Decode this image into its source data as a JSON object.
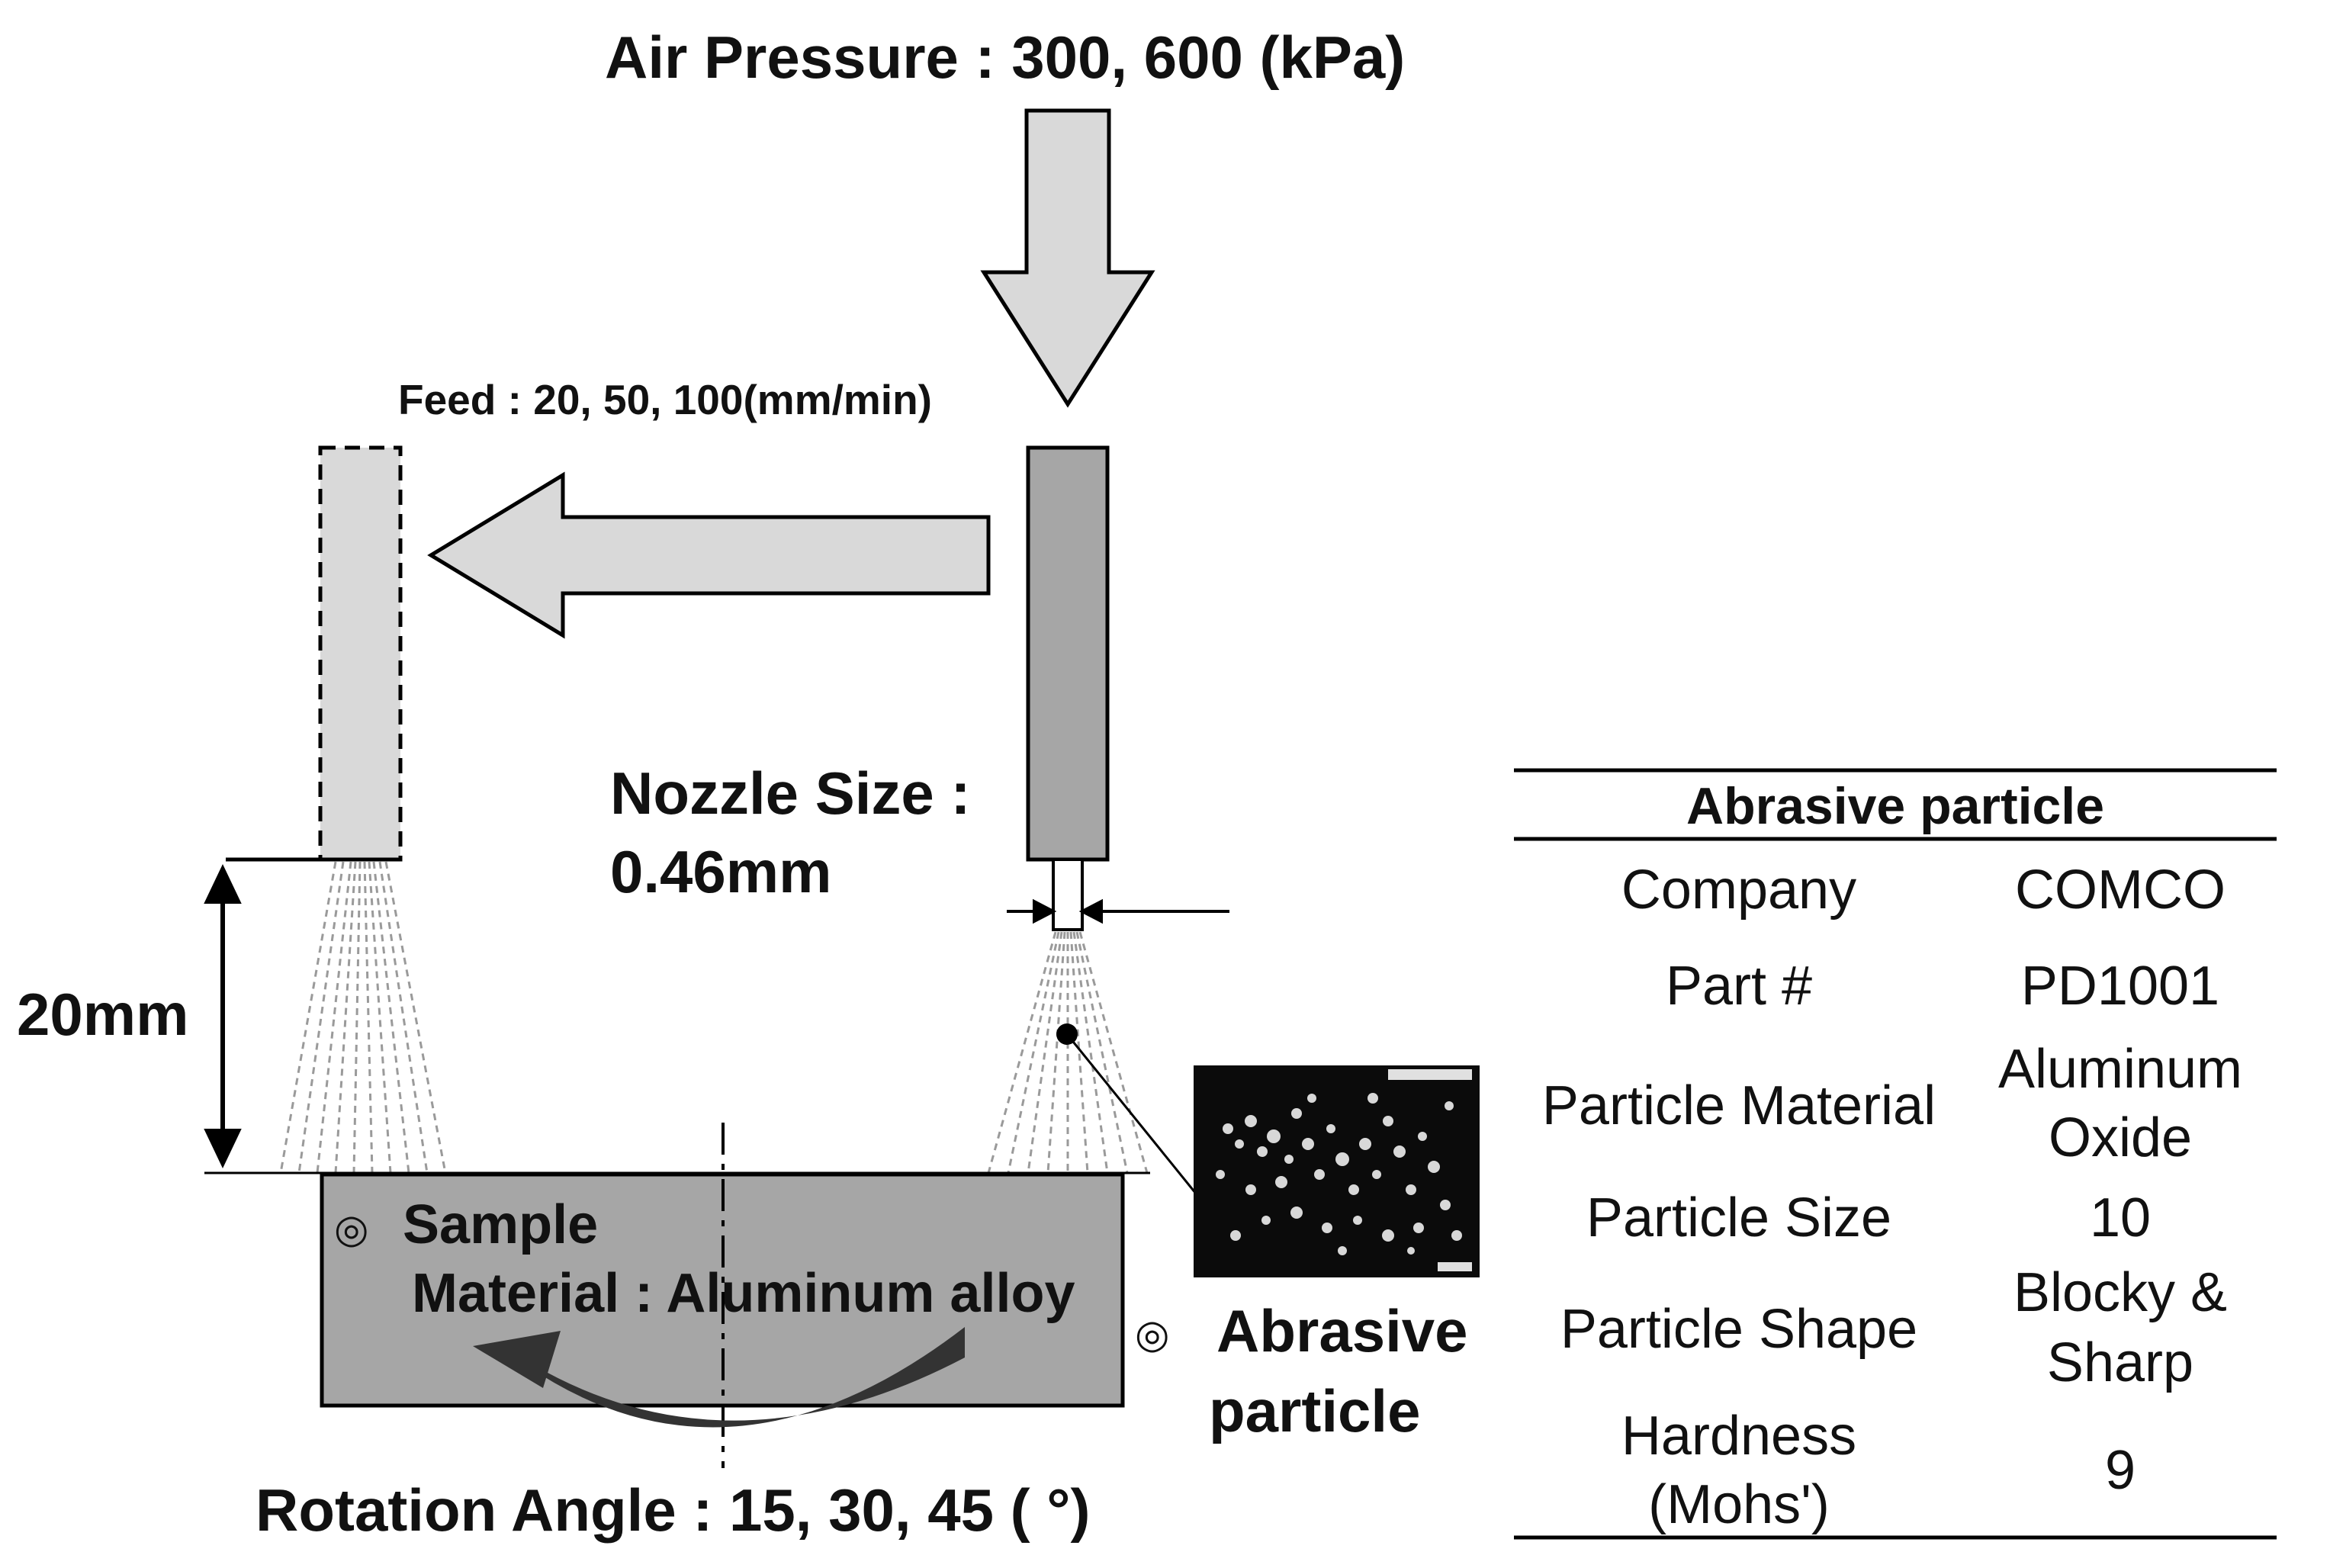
{
  "labels": {
    "air_pressure": "Air Pressure : 300, 600 (kPa)",
    "feed": "Feed : 20, 50, 100(mm/min)",
    "nozzle_line1": "Nozzle Size :",
    "nozzle_line2": "0.46mm",
    "distance": "20mm",
    "sample_marker": "◎",
    "sample_title": "Sample",
    "sample_material": "Material : Aluminum alloy",
    "rotation": "Rotation Angle : 15, 30, 45 ( °)",
    "abrasive_marker": "◎",
    "abrasive_line1": "Abrasive",
    "abrasive_line2": "particle"
  },
  "table": {
    "title": "Abrasive particle",
    "rows": [
      {
        "label": [
          "Company"
        ],
        "value": [
          "COMCO"
        ]
      },
      {
        "label": [
          "Part #"
        ],
        "value": [
          "PD1001"
        ]
      },
      {
        "label": [
          "Particle Material"
        ],
        "value": [
          "Aluminum",
          "Oxide"
        ]
      },
      {
        "label": [
          "Particle Size"
        ],
        "value": [
          "10"
        ]
      },
      {
        "label": [
          "Particle Shape"
        ],
        "value": [
          "Blocky &",
          "Sharp"
        ]
      },
      {
        "label": [
          "Hardness",
          "(Mohs')"
        ],
        "value": [
          "9"
        ]
      }
    ]
  },
  "colors": {
    "arrow_fill": "#d9d9d9",
    "nozzle_fill": "#a6a6a6",
    "sample_fill": "#a6a6a6",
    "rotation_arrow": "#333333",
    "spray_lines": "#9a9a9a"
  }
}
